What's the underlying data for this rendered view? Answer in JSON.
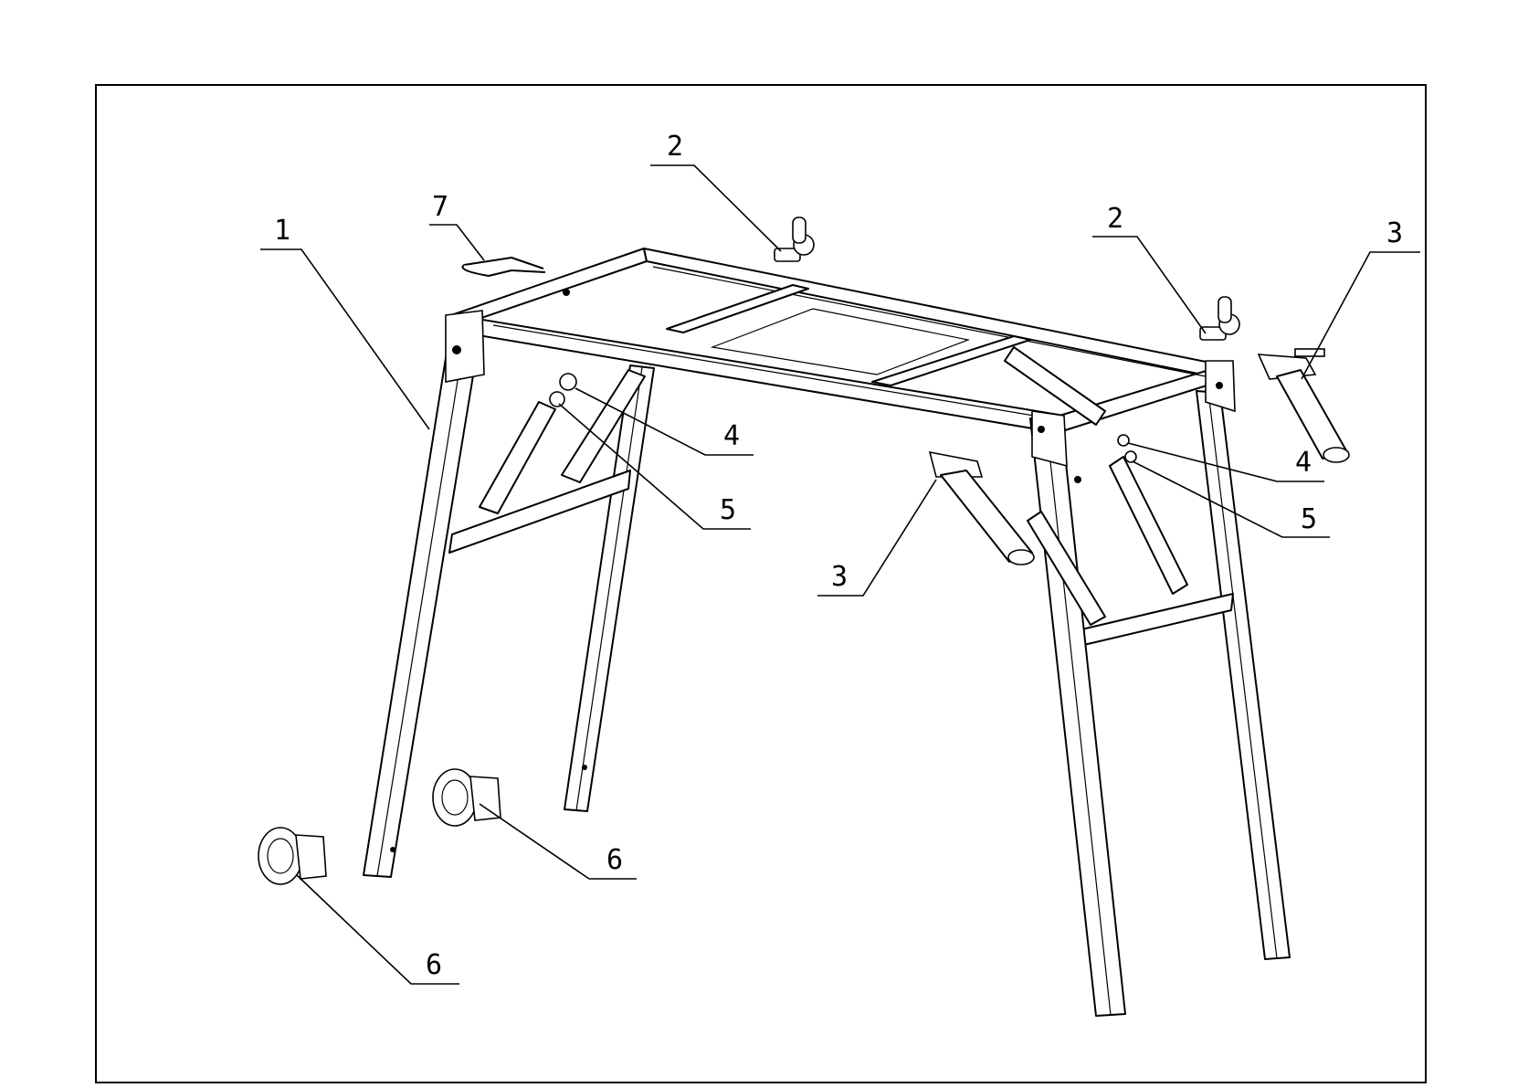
{
  "callouts": [
    {
      "id": "frame",
      "label": "1"
    },
    {
      "id": "locking-knob-left",
      "label": "2"
    },
    {
      "id": "locking-knob-right",
      "label": "2"
    },
    {
      "id": "support-arm-right",
      "label": "3"
    },
    {
      "id": "support-arm-center",
      "label": "3"
    },
    {
      "id": "bolt-left",
      "label": "4"
    },
    {
      "id": "bolt-right",
      "label": "4"
    },
    {
      "id": "washer-left",
      "label": "5"
    },
    {
      "id": "washer-right",
      "label": "5"
    },
    {
      "id": "wheel-rear",
      "label": "6"
    },
    {
      "id": "wheel-front",
      "label": "6"
    },
    {
      "id": "handle-pin",
      "label": "7"
    }
  ]
}
